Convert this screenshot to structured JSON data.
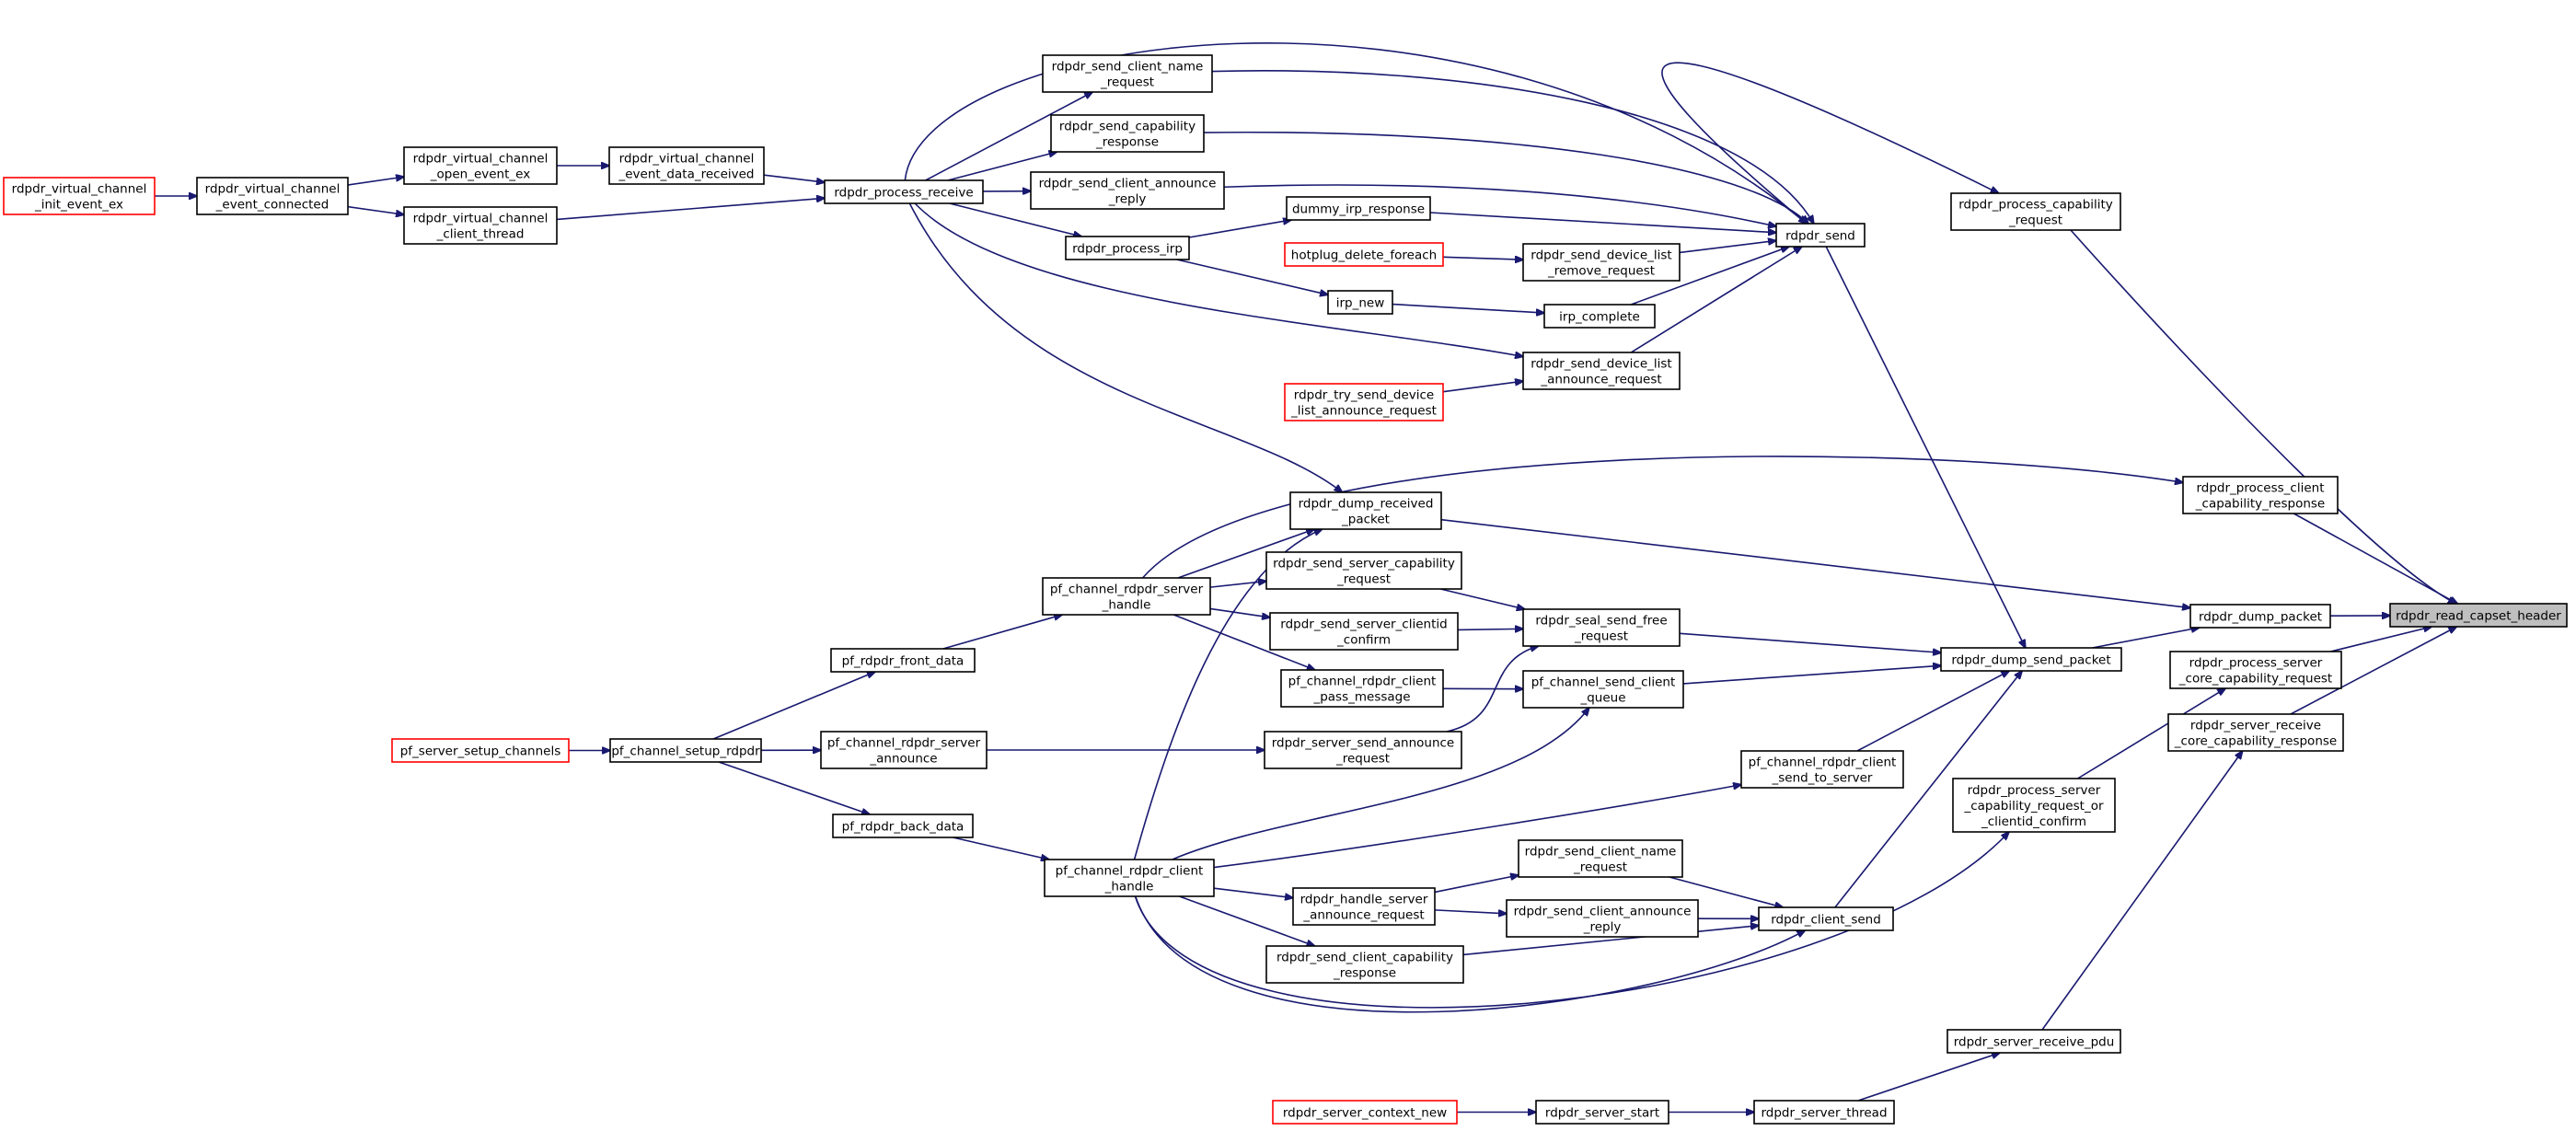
{
  "colors": {
    "edge": "#191970",
    "node_border": "#000000",
    "truncated_border": "#ff0000",
    "root_fill": "#bfbfbf"
  },
  "nodes": [
    {
      "id": "root",
      "lines": [
        "rdpdr_read_capset_header"
      ],
      "style": "root"
    },
    {
      "id": "process_capability_request",
      "lines": [
        "rdpdr_process_capability",
        "_request"
      ]
    },
    {
      "id": "process_client_capability_response",
      "lines": [
        "rdpdr_process_client",
        "_capability_response"
      ]
    },
    {
      "id": "dump_packet",
      "lines": [
        "rdpdr_dump_packet"
      ]
    },
    {
      "id": "process_server_core_capability_request",
      "lines": [
        "rdpdr_process_server",
        "_core_capability_request"
      ]
    },
    {
      "id": "server_receive_core_capability_response",
      "lines": [
        "rdpdr_server_receive",
        "_core_capability_response"
      ]
    },
    {
      "id": "rdpdr_send",
      "lines": [
        "rdpdr_send"
      ]
    },
    {
      "id": "dump_send_packet",
      "lines": [
        "rdpdr_dump_send_packet"
      ]
    },
    {
      "id": "process_server_capability_request_or_clientid_confirm",
      "lines": [
        "rdpdr_process_server",
        "_capability_request_or",
        "_clientid_confirm"
      ]
    },
    {
      "id": "server_receive_pdu",
      "lines": [
        "rdpdr_server_receive_pdu"
      ]
    },
    {
      "id": "server_thread",
      "lines": [
        "rdpdr_server_thread"
      ]
    },
    {
      "id": "server_start",
      "lines": [
        "rdpdr_server_start"
      ]
    },
    {
      "id": "server_context_new",
      "lines": [
        "rdpdr_server_context_new"
      ],
      "style": "red"
    },
    {
      "id": "client_send",
      "lines": [
        "rdpdr_client_send"
      ]
    },
    {
      "id": "pf_channel_rdpdr_client_send_to_server",
      "lines": [
        "pf_channel_rdpdr_client",
        "_send_to_server"
      ]
    },
    {
      "id": "send_client_name_request_a",
      "lines": [
        "rdpdr_send_client_name",
        "_request"
      ]
    },
    {
      "id": "send_capability_response",
      "lines": [
        "rdpdr_send_capability",
        "_response"
      ]
    },
    {
      "id": "send_client_announce_reply_a",
      "lines": [
        "rdpdr_send_client_announce",
        "_reply"
      ]
    },
    {
      "id": "dummy_irp_response",
      "lines": [
        "dummy_irp_response"
      ]
    },
    {
      "id": "send_device_list_remove_request",
      "lines": [
        "rdpdr_send_device_list",
        "_remove_request"
      ]
    },
    {
      "id": "hotplug_delete_foreach",
      "lines": [
        "hotplug_delete_foreach"
      ],
      "style": "red"
    },
    {
      "id": "irp_complete",
      "lines": [
        "irp_complete"
      ]
    },
    {
      "id": "irp_new",
      "lines": [
        "irp_new"
      ]
    },
    {
      "id": "process_irp",
      "lines": [
        "rdpdr_process_irp"
      ]
    },
    {
      "id": "send_device_list_announce_request",
      "lines": [
        "rdpdr_send_device_list",
        "_announce_request"
      ]
    },
    {
      "id": "try_send_device_list_announce_request",
      "lines": [
        "rdpdr_try_send_device",
        "_list_announce_request"
      ],
      "style": "red"
    },
    {
      "id": "process_receive",
      "lines": [
        "rdpdr_process_receive"
      ]
    },
    {
      "id": "vc_event_data_received",
      "lines": [
        "rdpdr_virtual_channel",
        "_event_data_received"
      ]
    },
    {
      "id": "vc_open_event_ex",
      "lines": [
        "rdpdr_virtual_channel",
        "_open_event_ex"
      ]
    },
    {
      "id": "vc_client_thread",
      "lines": [
        "rdpdr_virtual_channel",
        "_client_thread"
      ]
    },
    {
      "id": "vc_event_connected",
      "lines": [
        "rdpdr_virtual_channel",
        "_event_connected"
      ]
    },
    {
      "id": "vc_init_event_ex",
      "lines": [
        "rdpdr_virtual_channel",
        "_init_event_ex"
      ],
      "style": "red"
    },
    {
      "id": "dump_received_packet",
      "lines": [
        "rdpdr_dump_received",
        "_packet"
      ]
    },
    {
      "id": "seal_send_free_request",
      "lines": [
        "rdpdr_seal_send_free",
        "_request"
      ]
    },
    {
      "id": "pf_channel_send_client_queue",
      "lines": [
        "pf_channel_send_client",
        "_queue"
      ]
    },
    {
      "id": "send_server_capability_request",
      "lines": [
        "rdpdr_send_server_capability",
        "_request"
      ]
    },
    {
      "id": "send_server_clientid_confirm",
      "lines": [
        "rdpdr_send_server_clientid",
        "_confirm"
      ]
    },
    {
      "id": "pf_channel_rdpdr_client_pass_message",
      "lines": [
        "pf_channel_rdpdr_client",
        "_pass_message"
      ]
    },
    {
      "id": "server_send_announce_request",
      "lines": [
        "rdpdr_server_send_announce",
        "_request"
      ]
    },
    {
      "id": "pf_channel_rdpdr_server_handle",
      "lines": [
        "pf_channel_rdpdr_server",
        "_handle"
      ]
    },
    {
      "id": "pf_rdpdr_front_data",
      "lines": [
        "pf_rdpdr_front_data"
      ]
    },
    {
      "id": "pf_channel_rdpdr_server_announce",
      "lines": [
        "pf_channel_rdpdr_server",
        "_announce"
      ]
    },
    {
      "id": "pf_channel_setup_rdpdr",
      "lines": [
        "pf_channel_setup_rdpdr"
      ]
    },
    {
      "id": "pf_server_setup_channels",
      "lines": [
        "pf_server_setup_channels"
      ],
      "style": "red"
    },
    {
      "id": "pf_rdpdr_back_data",
      "lines": [
        "pf_rdpdr_back_data"
      ]
    },
    {
      "id": "pf_channel_rdpdr_client_handle",
      "lines": [
        "pf_channel_rdpdr_client",
        "_handle"
      ]
    },
    {
      "id": "send_client_name_request_b",
      "lines": [
        "rdpdr_send_client_name",
        "_request"
      ]
    },
    {
      "id": "handle_server_announce_request",
      "lines": [
        "rdpdr_handle_server",
        "_announce_request"
      ]
    },
    {
      "id": "send_client_announce_reply_b",
      "lines": [
        "rdpdr_send_client_announce",
        "_reply"
      ]
    },
    {
      "id": "send_client_capability_response",
      "lines": [
        "rdpdr_send_client_capability",
        "_response"
      ]
    }
  ]
}
